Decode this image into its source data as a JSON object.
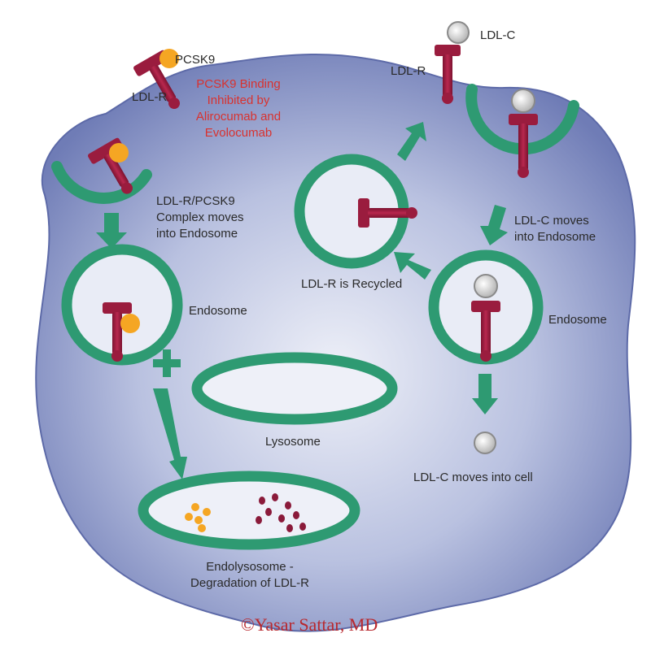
{
  "colors": {
    "cell_fill": "#9aa6d2",
    "membrane_green": "#2e9a72",
    "receptor": "#9a1c3e",
    "pcsk9": "#f5a623",
    "ldl_c": "#d6d6d6",
    "text": "#2a2a2a",
    "highlight_red": "#d8322f"
  },
  "labels": {
    "pcsk9_top": "PCSK9",
    "ldlr_top_left": "LDL-R",
    "binding_line1": "PCSK9 Binding",
    "binding_line2": "Inhibited by",
    "binding_line3": "Alirocumab and",
    "binding_line4": "Evolocumab",
    "ldlc_top": "LDL-C",
    "ldlr_top_right": "LDL-R",
    "complex_line1": "LDL-R/PCSK9",
    "complex_line2": "Complex moves",
    "complex_line3": "into Endosome",
    "ldlc_moves_line1": "LDL-C moves",
    "ldlc_moves_line2": "into Endosome",
    "recycled": "LDL-R is Recycled",
    "endosome_left": "Endosome",
    "endosome_right": "Endosome",
    "lysosome": "Lysosome",
    "ldlc_into_cell": "LDL-C moves into cell",
    "endolysosome_line1": "Endolysosome -",
    "endolysosome_line2": "Degradation of LDL-R",
    "credit": "©Yasar Sattar, MD"
  }
}
